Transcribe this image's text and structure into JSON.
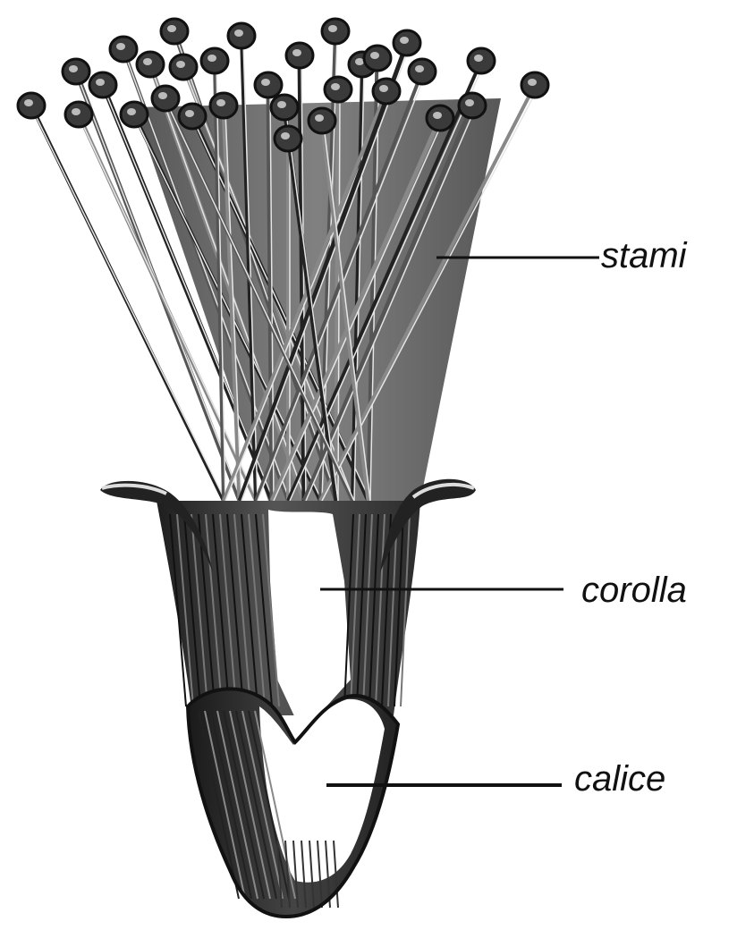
{
  "labels": {
    "stamens": "stami",
    "corolla": "corolla",
    "calyx": "calice"
  },
  "colors": {
    "ink": "#111111",
    "dark": "#2a2a2a",
    "mid": "#5a5a5a",
    "light": "#bdbdbd",
    "paper": "#ffffff"
  }
}
